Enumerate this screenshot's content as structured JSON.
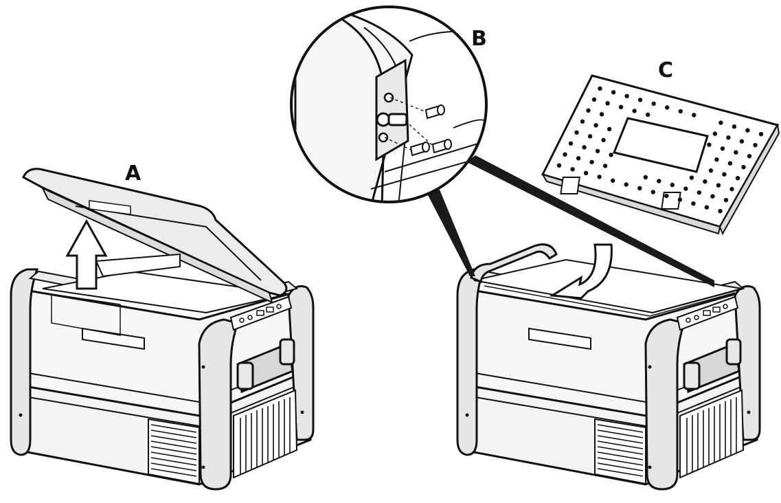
{
  "figure": {
    "labels": {
      "a": "A",
      "b": "B",
      "c": "C"
    },
    "colors": {
      "ink": "#111111",
      "body_fill": "#f4f4f4",
      "panel_fill": "#e2e2e2",
      "dark_fill": "#1a1a1a",
      "paper": "#ffffff"
    }
  }
}
